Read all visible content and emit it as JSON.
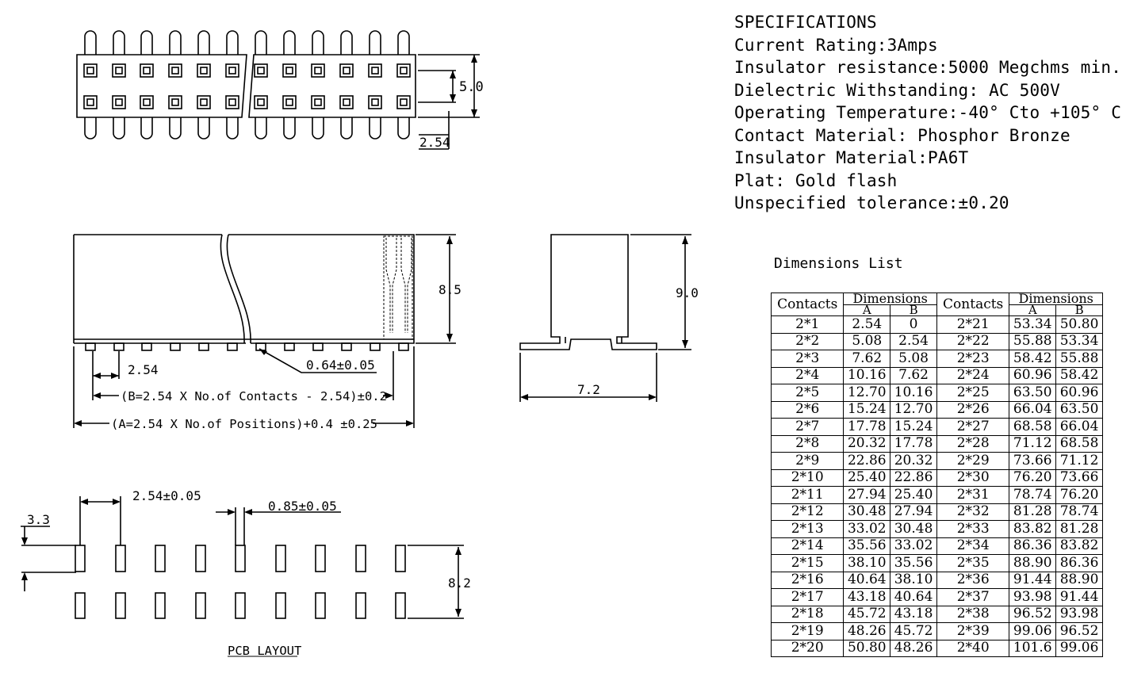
{
  "specifications": [
    "SPECIFICATIONS",
    "Current Rating:3Amps",
    "Insulator resistance:5000 Megchms min.",
    "Dielectric Withstanding: AC 500V",
    "Operating Temperature:-40° Cto +105° C",
    "Contact Material:  Phosphor Bronze",
    "Insulator Material:PA6T",
    "Plat: Gold flash",
    "Unspecified tolerance:±0.20"
  ],
  "dimensions_list": {
    "title": "Dimensions List",
    "header_contacts": "Contacts",
    "header_dimensions": "Dimensions",
    "header_a": "A",
    "header_b": "B",
    "rows": [
      [
        "2*1",
        "2.54",
        "0",
        "2*21",
        "53.34",
        "50.80"
      ],
      [
        "2*2",
        "5.08",
        "2.54",
        "2*22",
        "55.88",
        "53.34"
      ],
      [
        "2*3",
        "7.62",
        "5.08",
        "2*23",
        "58.42",
        "55.88"
      ],
      [
        "2*4",
        "10.16",
        "7.62",
        "2*24",
        "60.96",
        "58.42"
      ],
      [
        "2*5",
        "12.70",
        "10.16",
        "2*25",
        "63.50",
        "60.96"
      ],
      [
        "2*6",
        "15.24",
        "12.70",
        "2*26",
        "66.04",
        "63.50"
      ],
      [
        "2*7",
        "17.78",
        "15.24",
        "2*27",
        "68.58",
        "66.04"
      ],
      [
        "2*8",
        "20.32",
        "17.78",
        "2*28",
        "71.12",
        "68.58"
      ],
      [
        "2*9",
        "22.86",
        "20.32",
        "2*29",
        "73.66",
        "71.12"
      ],
      [
        "2*10",
        "25.40",
        "22.86",
        "2*30",
        "76.20",
        "73.66"
      ],
      [
        "2*11",
        "27.94",
        "25.40",
        "2*31",
        "78.74",
        "76.20"
      ],
      [
        "2*12",
        "30.48",
        "27.94",
        "2*32",
        "81.28",
        "78.74"
      ],
      [
        "2*13",
        "33.02",
        "30.48",
        "2*33",
        "83.82",
        "81.28"
      ],
      [
        "2*14",
        "35.56",
        "33.02",
        "2*34",
        "86.36",
        "83.82"
      ],
      [
        "2*15",
        "38.10",
        "35.56",
        "2*35",
        "88.90",
        "86.36"
      ],
      [
        "2*16",
        "40.64",
        "38.10",
        "2*36",
        "91.44",
        "88.90"
      ],
      [
        "2*17",
        "43.18",
        "40.64",
        "2*37",
        "93.98",
        "91.44"
      ],
      [
        "2*18",
        "45.72",
        "43.18",
        "2*38",
        "96.52",
        "93.98"
      ],
      [
        "2*19",
        "48.26",
        "45.72",
        "2*39",
        "99.06",
        "96.52"
      ],
      [
        "2*20",
        "50.80",
        "48.26",
        "2*40",
        "101.6",
        "99.06"
      ]
    ]
  },
  "dimension_labels": {
    "top_height": "5.0",
    "top_pitch": "2.54",
    "front_height": "8.5",
    "front_pitch": "2.54",
    "pin_width": "0.64±0.05",
    "formula_b": "(B=2.54 X No.of Contacts - 2.54)±0.2",
    "formula_a": "(A=2.54 X No.of Positions)+0.4 ±0.25",
    "side_height": "9.0",
    "side_width": "7.2",
    "pcb_offset": "3.3",
    "pcb_pitch": "2.54±0.05",
    "pcb_pad_width": "0.85±0.05",
    "pcb_row_spacing": "8.2",
    "pcb_title": "PCB LAYOUT"
  }
}
